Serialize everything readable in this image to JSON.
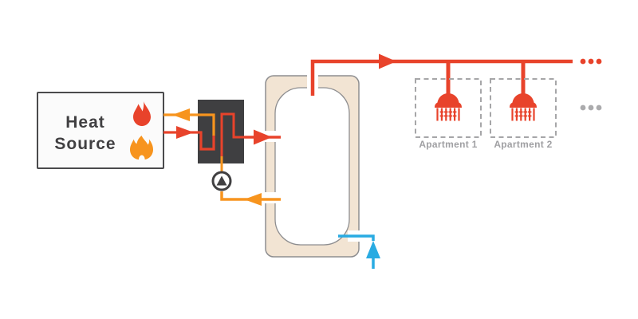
{
  "colors": {
    "red": "#E8432B",
    "orange": "#F7941E",
    "blue": "#29ABE2",
    "dark": "#414042",
    "hx_box": "#3F3F41",
    "tank_fill": "#F2E4D3",
    "tank_stroke": "#8E8E90",
    "box_fill": "#FBFBFB",
    "box_border": "#4A4A4C",
    "label_gray": "#A0A0A3",
    "dashed_gray": "#A6A6A8",
    "gray_dots": "#ABABAD"
  },
  "heat_source": {
    "line1": "Heat",
    "line2": "Source"
  },
  "apartments": [
    {
      "label": "Apartment 1"
    },
    {
      "label": "Apartment 2"
    }
  ],
  "ellipsis": {
    "supply_line": "...",
    "more_apartments": "..."
  },
  "icons": {
    "heat_source": [
      "flame-icon",
      "bonfire-flame-icon"
    ],
    "pump": "pump-icon",
    "apartment": "shower-head-icon",
    "flow": "flow-arrow"
  }
}
